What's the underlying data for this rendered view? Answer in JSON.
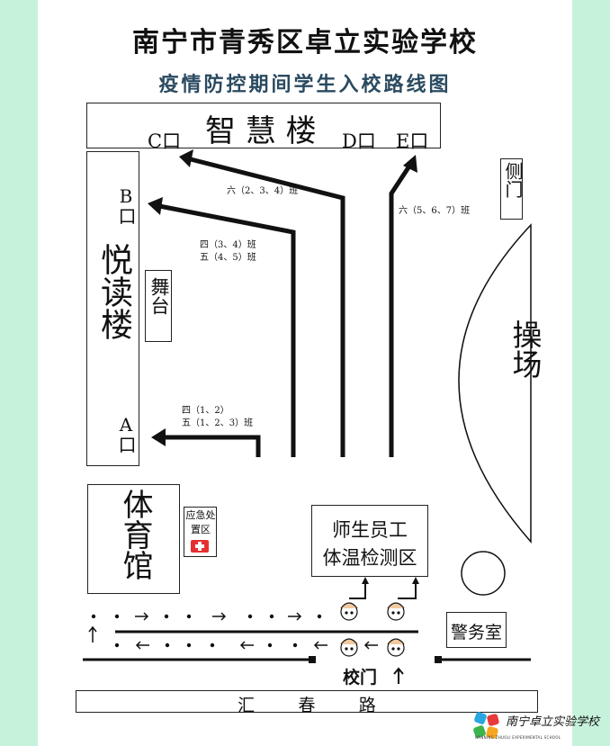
{
  "title": "南宁市青秀区卓立实验学校",
  "subtitle": "疫情防控期间学生入校路线图",
  "buildings": {
    "zhihui": "智 慧 楼",
    "yuedu": "悦读楼",
    "stage": "舞台",
    "gym": "体育馆",
    "playground": "操场",
    "side_gate": "侧门",
    "emergency": "应急处置区",
    "temp_check_line1": "师生员工",
    "temp_check_line2": "体温检测区",
    "police_room": "警务室",
    "school_gate": "校门",
    "road": "汇        春        路"
  },
  "entrances": {
    "a": "A口",
    "b": "B口",
    "c": "C口",
    "d": "D口",
    "e": "E口"
  },
  "routes": {
    "r1_line1": "四（1、2）",
    "r1_line2": "五（1、2、3）班",
    "r2_line1": "四（3、4）班",
    "r2_line2": "五（4、5）班",
    "r3": "六（2、3、4）班",
    "r4": "六（5、6、7）班"
  },
  "logo": {
    "text": "南宁卓立实验学校",
    "sub": "NANNING ZHUOLI EXPERIMENTAL SCHOOL"
  },
  "colors": {
    "background": "#c6f2dc",
    "line": "#111111",
    "subtitle": "#2a4a60",
    "emergency_red": "#e53030"
  }
}
